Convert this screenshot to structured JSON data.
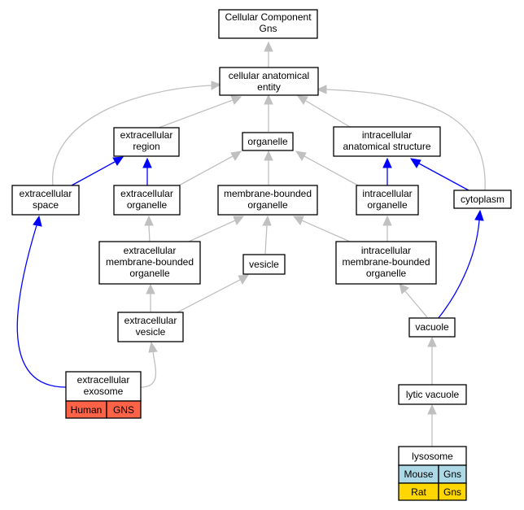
{
  "colors": {
    "is_a_edge": "#c0c0c0",
    "part_of_edge": "#0000ff",
    "human_cell": "#ff6347",
    "mouse_cell": "#add8e6",
    "rat_cell": "#ffd700"
  },
  "nodes": {
    "root": [
      "Cellular Component",
      "Gns"
    ],
    "cae": [
      "cellular anatomical",
      "entity"
    ],
    "ecr": [
      "extracellular",
      "region"
    ],
    "org": [
      "organelle"
    ],
    "ias": [
      "intracellular",
      "anatomical structure"
    ],
    "ecs": [
      "extracellular",
      "space"
    ],
    "eco": [
      "extracellular",
      "organelle"
    ],
    "mbo": [
      "membrane-bounded",
      "organelle"
    ],
    "ico": [
      "intracellular",
      "organelle"
    ],
    "cyt": [
      "cytoplasm"
    ],
    "emb": [
      "extracellular",
      "membrane-bounded",
      "organelle"
    ],
    "ves": [
      "vesicle"
    ],
    "imb": [
      "intracellular",
      "membrane-bounded",
      "organelle"
    ],
    "ecv": [
      "extracellular",
      "vesicle"
    ],
    "vac": [
      "vacuole"
    ],
    "exo": [
      "extracellular",
      "exosome"
    ],
    "lyt": [
      "lytic vacuole"
    ],
    "lys": [
      "lysosome"
    ]
  },
  "annotations": {
    "exo": [
      {
        "species": "Human",
        "gene": "GNS",
        "color": "#ff6347"
      }
    ],
    "lys": [
      {
        "species": "Mouse",
        "gene": "Gns",
        "color": "#add8e6"
      },
      {
        "species": "Rat",
        "gene": "Gns",
        "color": "#ffd700"
      }
    ]
  }
}
